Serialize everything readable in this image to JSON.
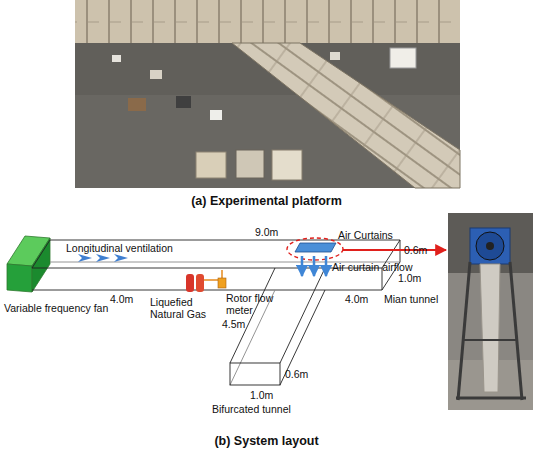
{
  "diagram": {
    "labels": [
      "(a) Experimental platform",
      "Longitudinal ventilation",
      "9.0m",
      "0.6m",
      "Air Curtains",
      "Air curtain airflow",
      "1.0m",
      "Mian tunnel",
      "4.0m",
      "Variable frequency fan",
      "Liquefied Natural Gas",
      "Rotor flow meter",
      "4.0m",
      "4.5m",
      "1.0m",
      "0.6m",
      "Bifurcated tunnel",
      "(b) System layout"
    ]
  }
}
